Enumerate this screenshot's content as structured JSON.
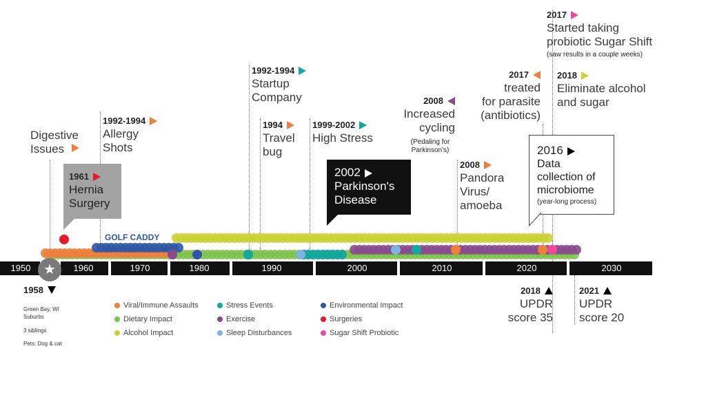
{
  "colors": {
    "viral": "#f07f3c",
    "dietary": "#7dc24b",
    "alcohol": "#cbd234",
    "stress": "#13a89e",
    "exercise": "#8a4a8c",
    "sleep": "#7fb3e0",
    "environmental": "#2e56a6",
    "surgeries": "#e8192c",
    "probiotic": "#ec4a9b",
    "axis": "#111111"
  },
  "axis": {
    "decades": [
      "1950",
      "1960",
      "1970",
      "1980",
      "1990",
      "2000",
      "2010",
      "2020",
      "2030"
    ]
  },
  "events": {
    "digestive": {
      "text": "Digestive\nIssues",
      "arrow_color": "#f07f3c"
    },
    "hernia": {
      "year": "1961",
      "text": "Hernia\nSurgery",
      "arrow_color": "#e8192c"
    },
    "allergy": {
      "year": "1992-1994",
      "text": "Allergy\nShots",
      "arrow_color": "#f07f3c"
    },
    "startup": {
      "year": "1992-1994",
      "text": "Startup\nCompany",
      "arrow_color": "#13a89e"
    },
    "travel": {
      "year": "1994",
      "text": "Travel\nbug",
      "arrow_color": "#f07f3c"
    },
    "stress": {
      "year": "1999-2002",
      "text": "High Stress",
      "arrow_color": "#13a89e"
    },
    "parkinsons": {
      "year": "2002",
      "text": "Parkinson's\nDisease"
    },
    "cycling": {
      "year": "2008",
      "text": "Increased\ncycling",
      "note": "(Pedaling for\nParkinson's)",
      "arrow_color": "#8a4a8c"
    },
    "pandora": {
      "year": "2008",
      "text": "Pandora\nVirus/\namoeba",
      "arrow_color": "#f07f3c"
    },
    "parasite": {
      "year": "2017",
      "text": "treated\nfor parasite\n(antibiotics)",
      "arrow_color": "#f07f3c"
    },
    "microbiome": {
      "year": "2016",
      "text": "Data\ncollection of\nmicrobiome",
      "note": "(year-long process)"
    },
    "probiotic": {
      "year": "2017",
      "text": "Started taking\nprobiotic Sugar Shift",
      "note": "(saw results in a couple weeks)",
      "arrow_color": "#ec4a9b"
    },
    "alcohol": {
      "year": "2018",
      "text": "Eliminate alcohol\nand sugar",
      "arrow_color": "#cbd234"
    },
    "updr2018": {
      "year": "2018",
      "text": "UPDR\nscore 35"
    },
    "updr2021": {
      "year": "2021",
      "text": "UPDR\nscore 20"
    },
    "birth": {
      "year": "1958",
      "lines": [
        "Green Bay, WI\nSuburbs",
        "3 siblings",
        "Pets: Dog & cat"
      ]
    }
  },
  "golf_caddy": "GOLF CADDY",
  "legend": [
    {
      "label": "Viral/Immune Assaults",
      "color": "#f07f3c"
    },
    {
      "label": "Dietary Impact",
      "color": "#7dc24b"
    },
    {
      "label": "Alcohol Impact",
      "color": "#cbd234"
    },
    {
      "label": "Stress Events",
      "color": "#13a89e"
    },
    {
      "label": "Exercise",
      "color": "#8a4a8c"
    },
    {
      "label": "Sleep Disturbances",
      "color": "#7fb3e0"
    },
    {
      "label": "Environmental Impact",
      "color": "#2e56a6"
    },
    {
      "label": "Surgeries",
      "color": "#e8192c"
    },
    {
      "label": "Sugar Shift Probiotic",
      "color": "#ec4a9b"
    }
  ]
}
